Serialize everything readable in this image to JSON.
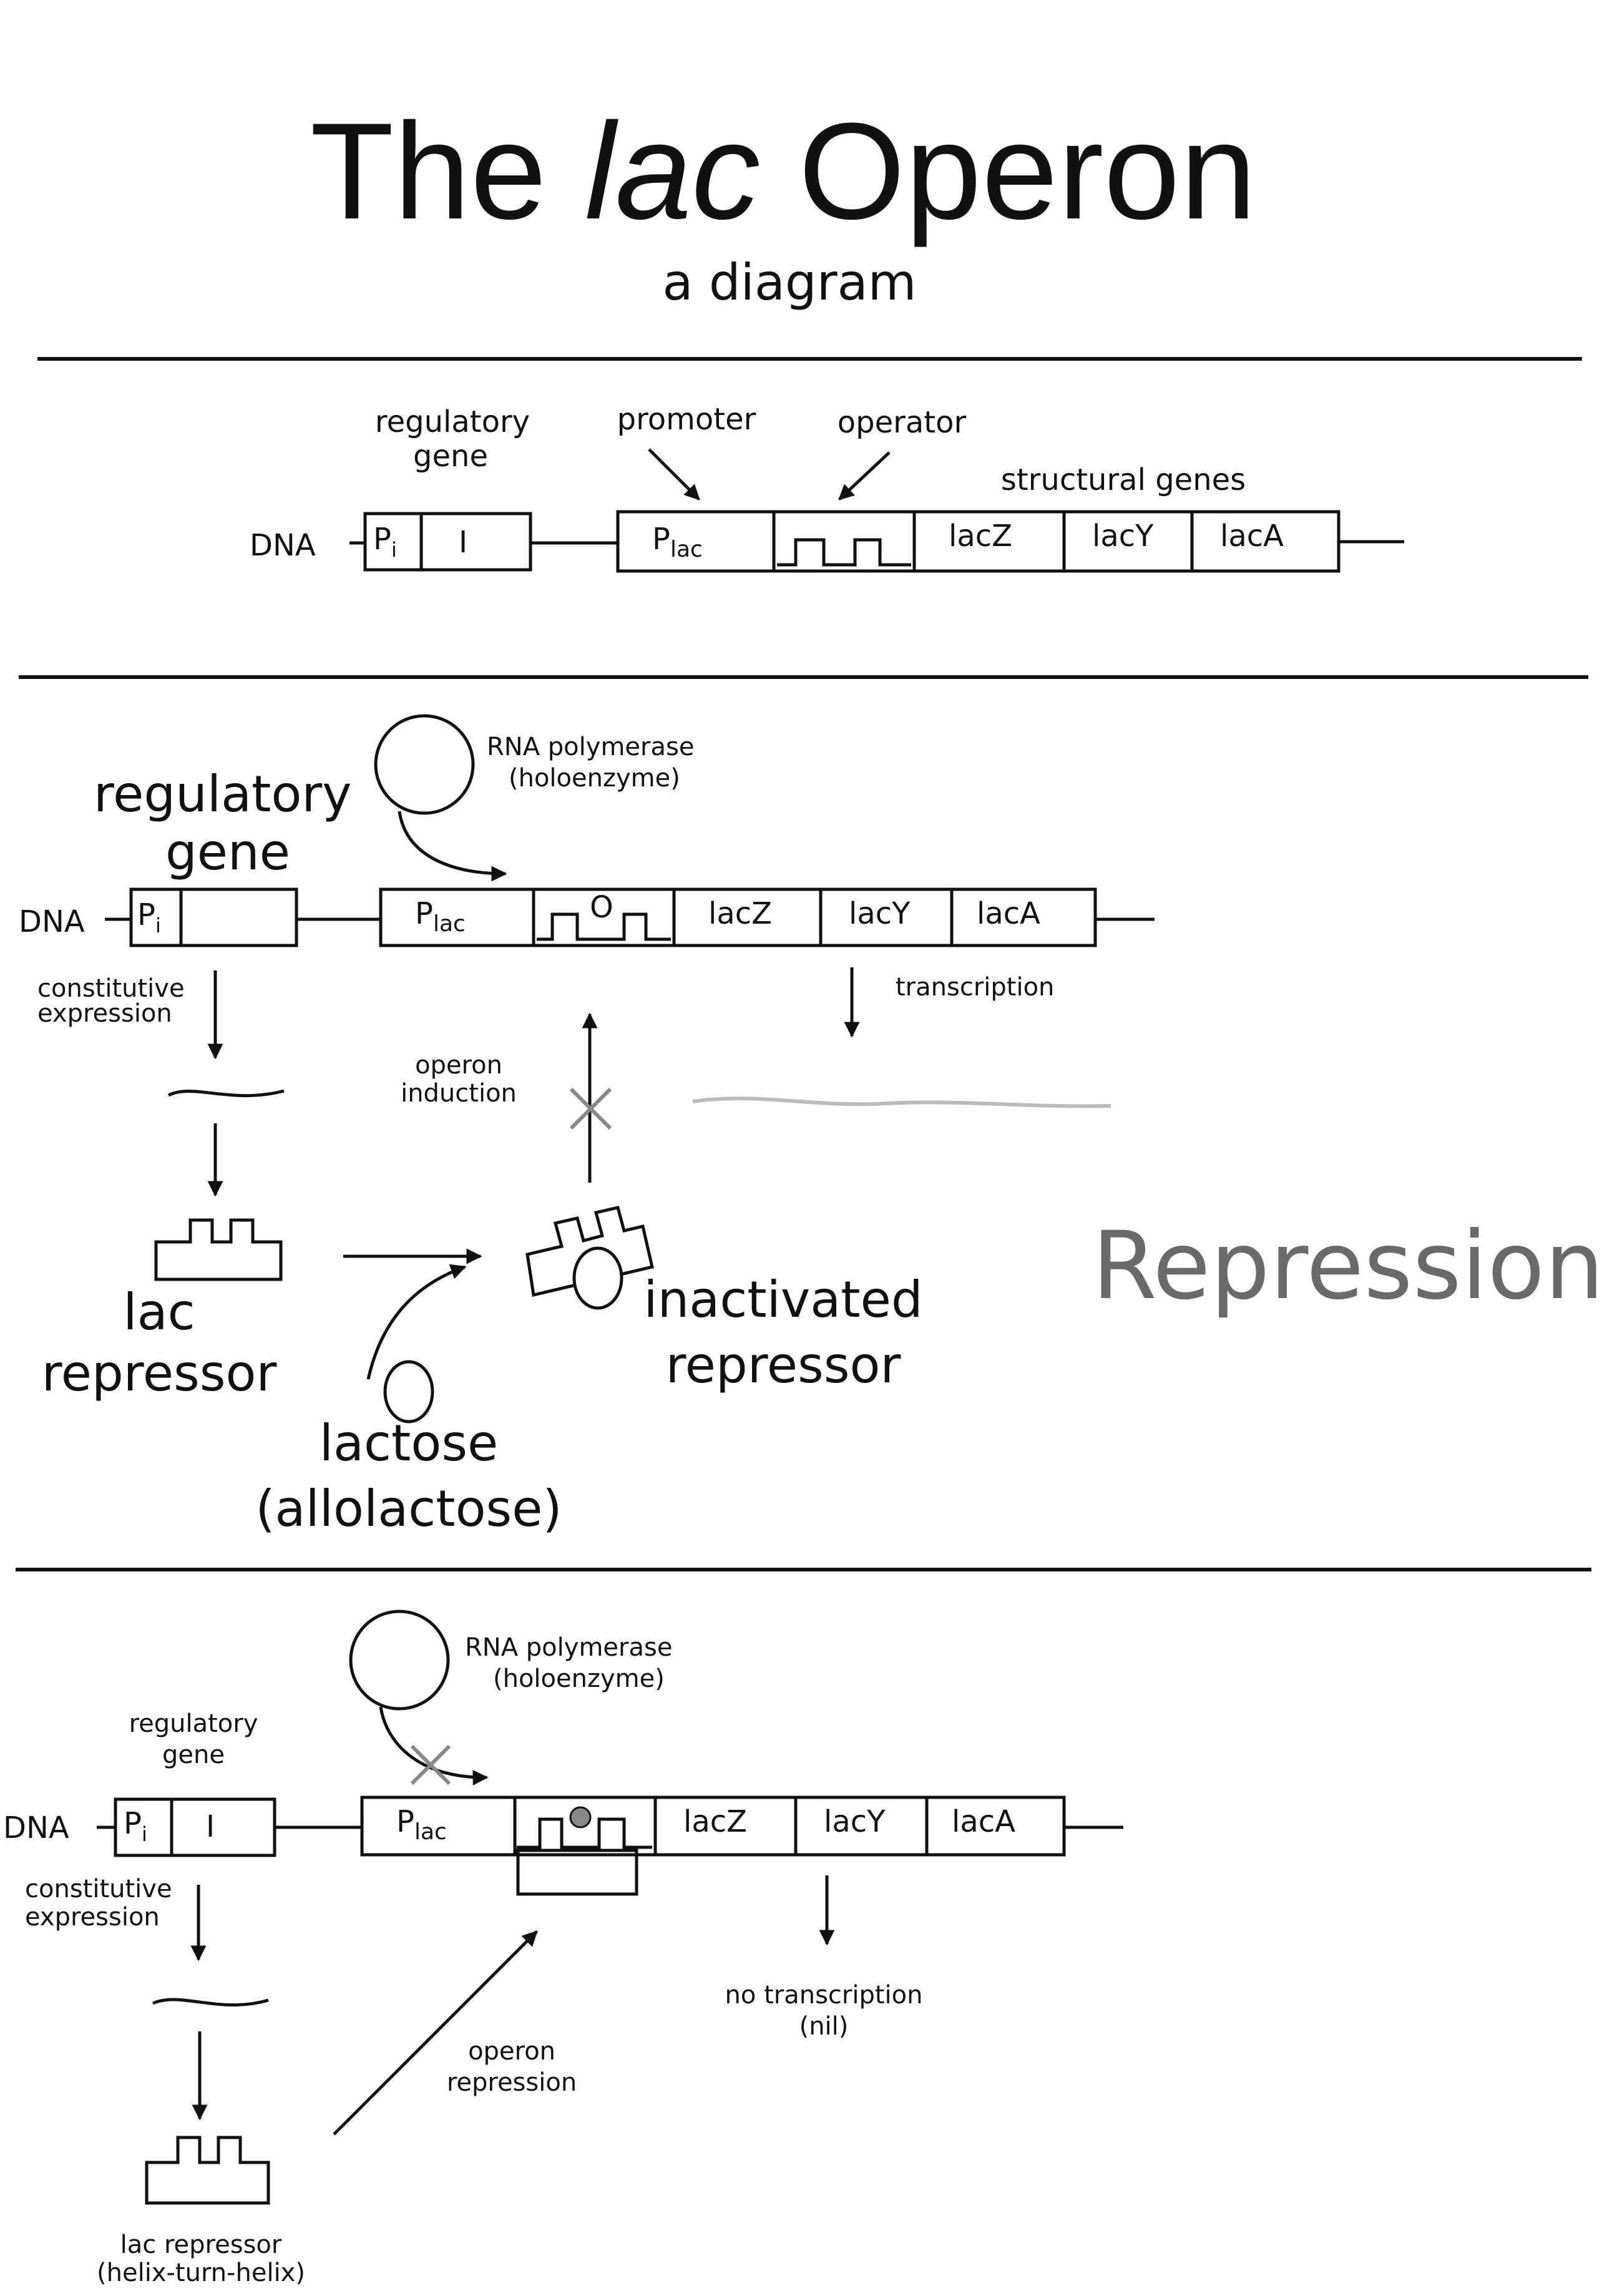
{
  "title": {
    "prefix": "The ",
    "italic": "lac",
    "suffix": " Operon"
  },
  "subtitle": "a diagram",
  "panel1": {
    "dna": "DNA",
    "pi": "P",
    "pi_sub": "i",
    "i": "I",
    "plac": "P",
    "plac_sub": "lac",
    "lacZ": "lacZ",
    "lacY": "lacY",
    "lacA": "lacA",
    "regulatory_line1": "regulatory",
    "regulatory_line2": "gene",
    "promoter": "promoter",
    "operator": "operator",
    "structural": "structural genes"
  },
  "panel2": {
    "dna": "DNA",
    "pi": "P",
    "pi_sub": "i",
    "plac": "P",
    "plac_sub": "lac",
    "lacZ": "lacZ",
    "lacY": "lacY",
    "lacA": "lacA",
    "operator_mark": "O",
    "rnap_line1": "RNA polymerase",
    "rnap_line2": "(holoenzyme)",
    "regulatory_line1": "regulatory",
    "regulatory_line2": "gene",
    "constitutive_line1": "constitutive",
    "constitutive_line2": "expression",
    "transcription": "transcription",
    "induction_line1": "operon",
    "induction_line2": "induction",
    "lac_line1": "lac",
    "lac_line2": "repressor",
    "lactose_line1": "lactose",
    "lactose_line2": "(allolactose)",
    "inactivated_line1": "inactivated",
    "inactivated_line2": "repressor",
    "side_label": "Repression"
  },
  "panel3": {
    "dna": "DNA",
    "pi": "P",
    "pi_sub": "i",
    "i": "I",
    "plac": "P",
    "plac_sub": "lac",
    "lacZ": "lacZ",
    "lacY": "lacY",
    "lacA": "lacA",
    "rnap_line1": "RNA polymerase",
    "rnap_line2": "(holoenzyme)",
    "regulatory_line1": "regulatory",
    "regulatory_line2": "gene",
    "constitutive_line1": "constitutive",
    "constitutive_line2": "expression",
    "no_tx_line1": "no transcription",
    "no_tx_line2": "(nil)",
    "repression_line1": "operon",
    "repression_line2": "repression",
    "repressor_line1": "lac repressor",
    "repressor_line2": "(helix-turn-helix)"
  },
  "colors": {
    "ink": "#111111",
    "grey": "#6a6a6a",
    "marker": "#888888"
  }
}
